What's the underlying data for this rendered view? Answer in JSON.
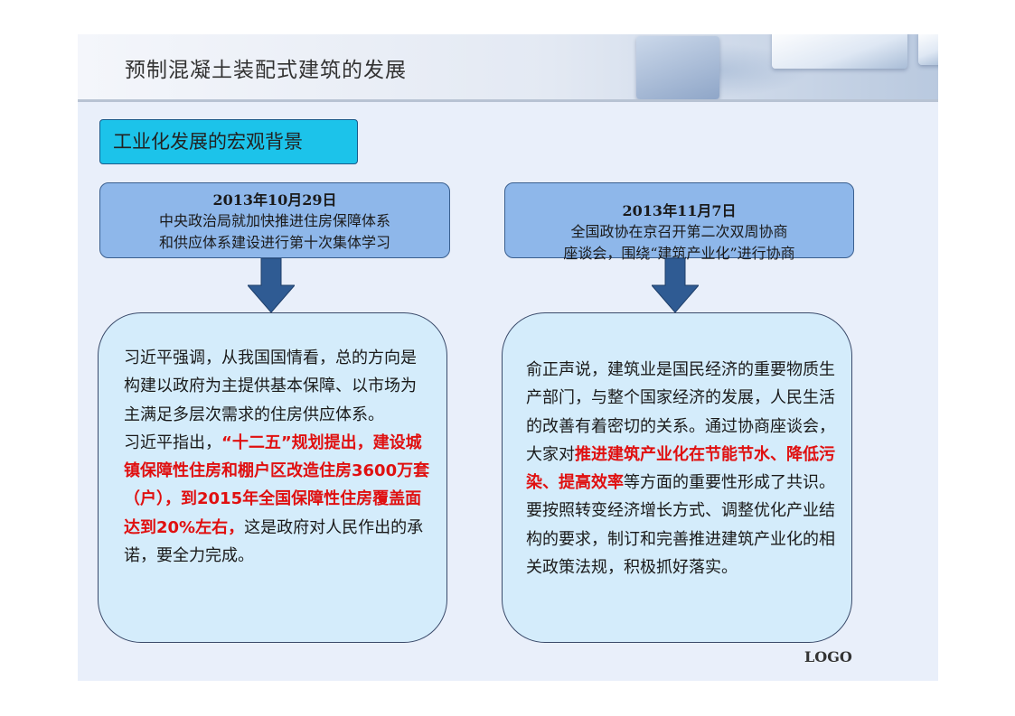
{
  "header": {
    "title": "预制混凝土装配式建筑的发展"
  },
  "section": {
    "label": "工业化发展的宏观背景"
  },
  "left": {
    "date": "2013年10月29日",
    "event_line1": "中央政治局就加快推进住房保障体系",
    "event_line2": "和供应体系建设进行第十次集体学习",
    "p1": "习近平强调，从我国国情看，总的方向是构建以政府为主提供基本保障、以市场为主满足多层次需求的住房供应体系。",
    "p2_intro": "习近平指出，",
    "p2_highlight": "“十二五”规划提出，建设城镇保障性住房和棚户区改造住房3600万套（户），到2015年全国保障性住房覆盖面达到20%左右，",
    "p2_tail": "这是政府对人民作出的承诺，要全力完成。"
  },
  "right": {
    "date": "2013年11月7日",
    "event_line1": "全国政协在京召开第二次双周协商",
    "event_line2": "座谈会，围绕“建筑产业化”进行协商",
    "body_intro": "俞正声说，建筑业是国民经济的重要物质生产部门，与整个国家经济的发展，人民生活的改善有着密切的关系。通过协商座谈会，大家对",
    "body_highlight": "推进建筑产业化在节能节水、降低污染、提高效率",
    "body_tail": "等方面的重要性形成了共识。要按照转变经济增长方式、调整优化产业结构的要求，制订和完善推进建筑产业化的相关政策法规，积极抓好落实。"
  },
  "footer": {
    "logo": "LOGO"
  },
  "colors": {
    "slide_bg": "#e9effa",
    "section_label_bg": "#1cc3ea",
    "event_box_bg": "#8eb7ea",
    "content_box_bg": "#d4ecfb",
    "arrow": "#2f5b93",
    "highlight_text": "#e01010"
  }
}
